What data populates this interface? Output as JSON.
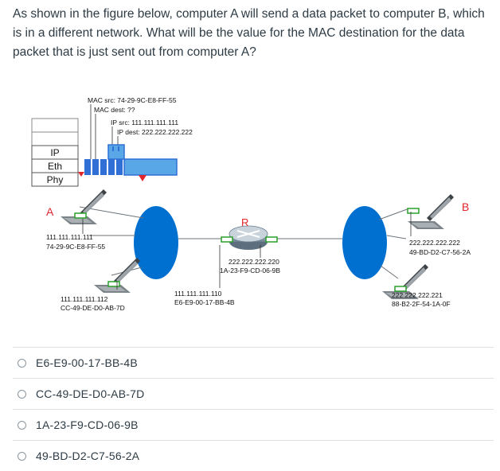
{
  "question": {
    "text": "As shown in the figure below, computer A will send a data packet to computer B, which is in a different network. What will be the value for the MAC destination for the data packet that is just sent out from computer A?"
  },
  "figure": {
    "mac_src": "MAC src: 74-29-9C-E8-FF-55",
    "mac_dest": "MAC dest: ??",
    "ip_src": "IP src: 111.111.111.111",
    "ip_dest": "IP dest: 222.222.222.222",
    "layer_ip": "IP",
    "layer_eth": "Eth",
    "layer_phy": "Phy",
    "label_a": "A",
    "label_b": "B",
    "label_r": "R",
    "a_ip": "111.111.111.111",
    "a_mac": "74-29-9C-E8-FF-55",
    "c2_ip": "111.111.111.112",
    "c2_mac": "CC-49-DE-D0-AB-7D",
    "r_left_ip": "111.111.111.110",
    "r_left_mac": "E6-E9-00-17-BB-4B",
    "r_right_ip": "222.222.222.220",
    "r_right_mac": "1A-23-F9-CD-06-9B",
    "b_ip": "222.222.222.222",
    "b_mac": "49-BD-D2-C7-56-2A",
    "c4_ip": "222.222.222.221",
    "c4_mac": "88-B2-2F-54-1A-0F",
    "colors": {
      "lan_blue": "#0070d0",
      "packet_blue": "#2f6fd6",
      "packet_light": "#5aa7e8",
      "red_letter": "#e0252b"
    }
  },
  "options": [
    {
      "label": "E6-E9-00-17-BB-4B"
    },
    {
      "label": "CC-49-DE-D0-AB-7D"
    },
    {
      "label": "1A-23-F9-CD-06-9B"
    },
    {
      "label": "49-BD-D2-C7-56-2A"
    }
  ]
}
